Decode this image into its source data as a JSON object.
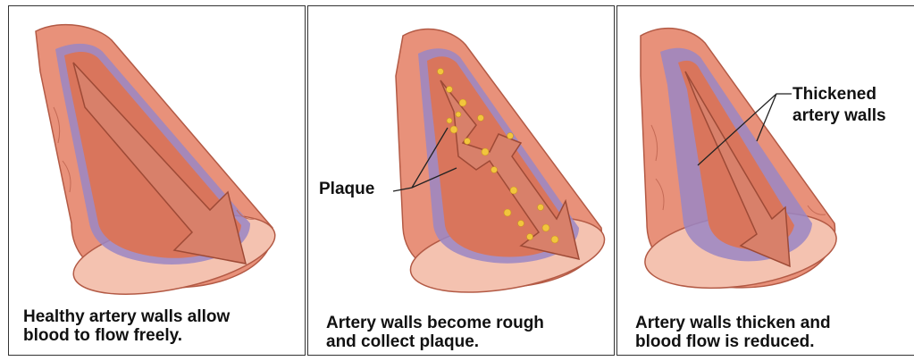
{
  "panels": [
    {
      "caption_line1": "Healthy artery walls allow",
      "caption_line2": "blood to flow freely."
    },
    {
      "caption_line1": "Artery walls become rough",
      "caption_line2": "and collect plaque.",
      "label": "Plaque"
    },
    {
      "caption_line1": "Artery walls thicken and",
      "caption_line2": "blood flow is reduced.",
      "label_line1": "Thickened",
      "label_line2": "artery walls"
    }
  ],
  "colors": {
    "artery_outer": "#e8917a",
    "artery_light": "#f4c2b0",
    "artery_inner_wall": "#9a86c4",
    "lumen": "#d9755c",
    "blood_arrow": "#d8806a",
    "plaque": "#f2c53d",
    "outline": "#333333"
  }
}
